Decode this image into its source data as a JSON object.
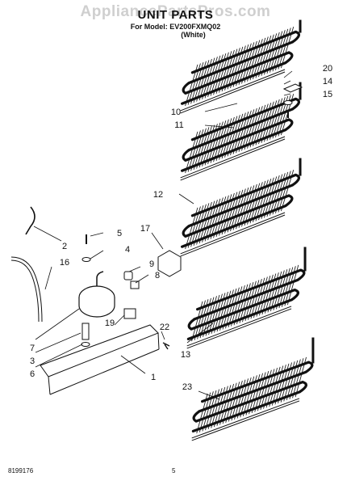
{
  "watermark": "AppliancePartsPros.com",
  "title": "UNIT PARTS",
  "model_line": "For Model: EV200FXMQ02",
  "variant": "(White)",
  "callouts": [
    "20",
    "14",
    "10",
    "15",
    "11",
    "12",
    "5",
    "17",
    "2",
    "4",
    "16",
    "9",
    "8",
    "7",
    "19",
    "3",
    "22",
    "6",
    "1",
    "13",
    "23"
  ],
  "footer": {
    "doc_number": "8199176",
    "page": "5"
  }
}
